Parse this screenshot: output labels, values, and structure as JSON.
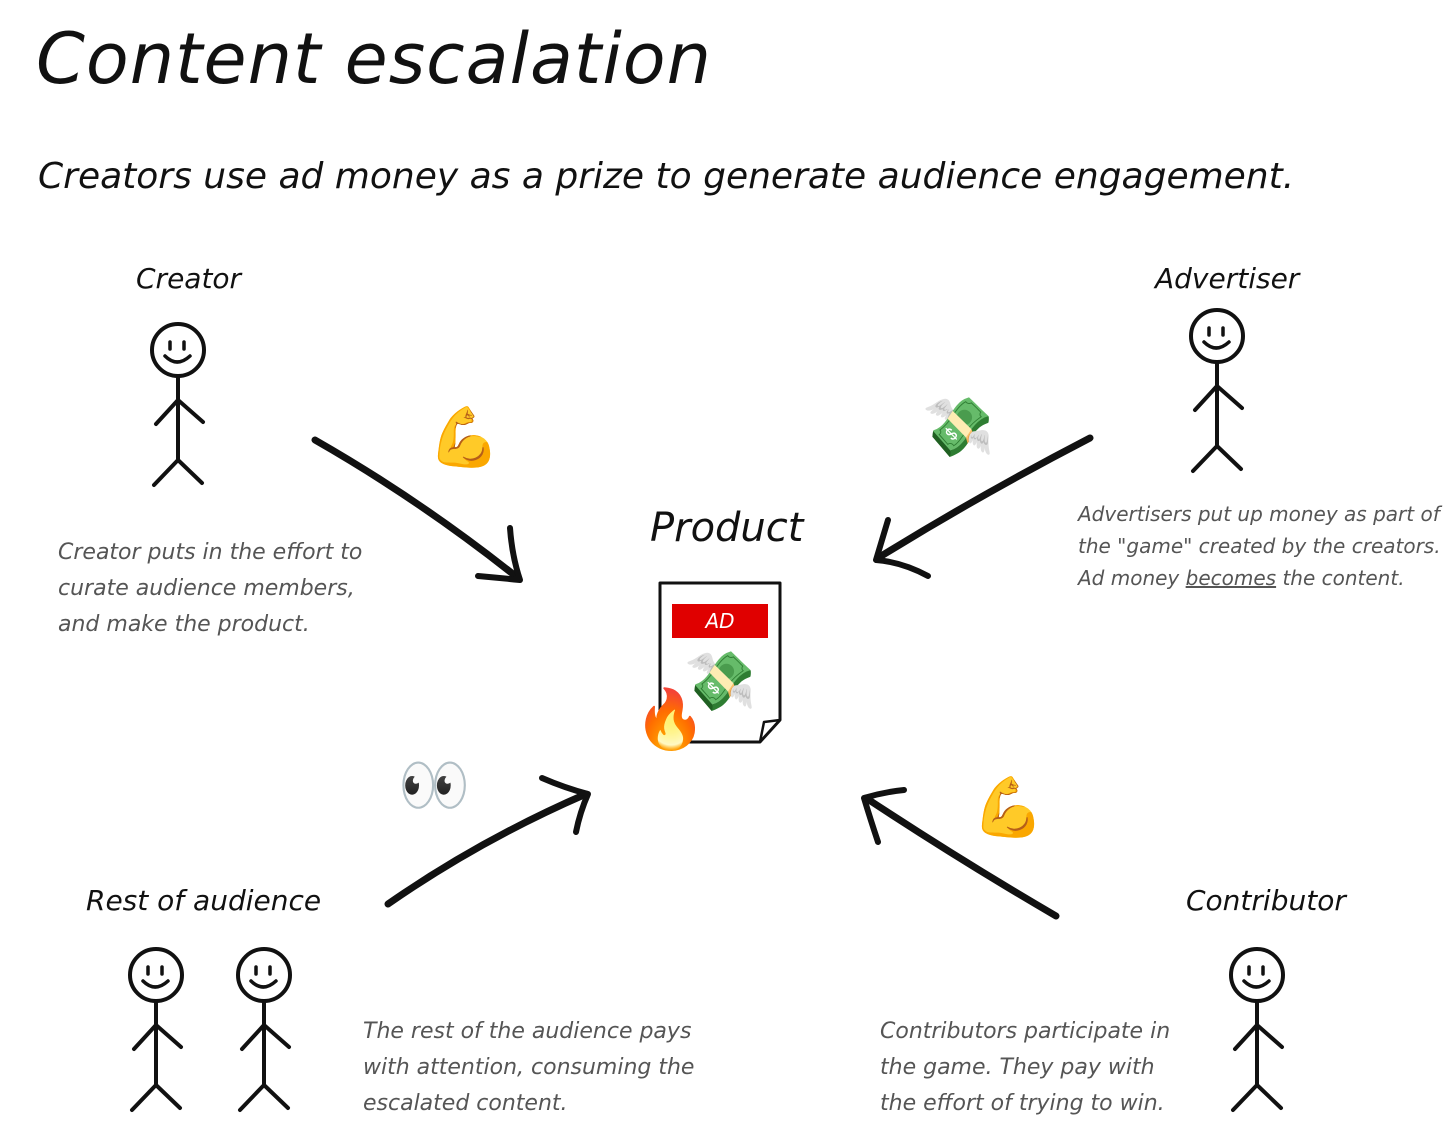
{
  "title": "Content escalation",
  "subtitle": "Creators use ad money as a prize to generate audience engagement.",
  "product": {
    "label": "Product",
    "ad_badge": "AD",
    "ad_color": "#e00000"
  },
  "roles": {
    "creator": "Creator",
    "advertiser": "Advertiser",
    "audience": "Rest of audience",
    "contributor": "Contributor"
  },
  "descriptions": {
    "creator": [
      "Creator puts in the effort to",
      "curate audience members,",
      "and make the product."
    ],
    "advertiser": {
      "line1": "Advertisers put up money as part of",
      "line2": "the \"game\" created by the creators.",
      "line3_pre": "Ad money ",
      "line3_em": "becomes",
      "line3_post": " the content."
    },
    "audience": [
      "The rest of the audience pays",
      "with attention, consuming the",
      "escalated content."
    ],
    "contributor": [
      "Contributors participate in",
      "the game. They pay with",
      "the effort of trying to win."
    ]
  },
  "icons": {
    "creator_effort": "flexed-biceps-icon",
    "advertiser_money": "money-with-wings-icon",
    "audience_attention": "eyes-icon",
    "contributor_effort": "flexed-biceps-icon",
    "product_fire": "fire-icon",
    "product_money": "money-with-wings-icon"
  }
}
